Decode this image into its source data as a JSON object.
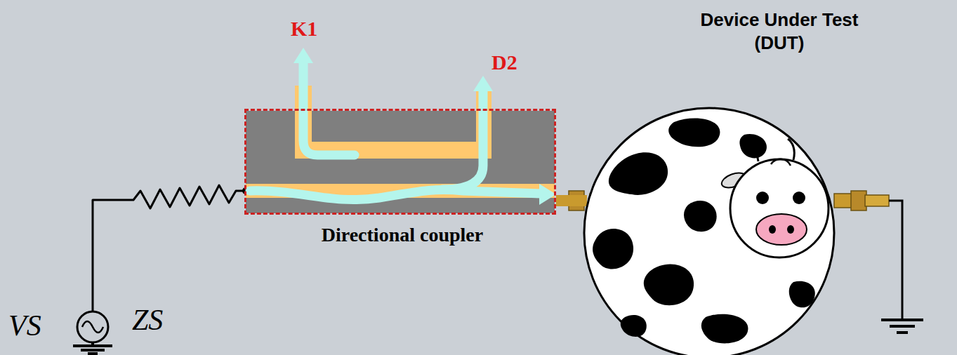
{
  "diagram": {
    "nodes": [
      {
        "text": [
          "Directional coupler"
        ]
      },
      {
        "text": [
          "Device Under Test (DUT)"
        ]
      }
    ],
    "edges": [
      {
        "from": 0,
        "to": 1,
        "arrow": "none"
      }
    ],
    "labels": [
      "K1",
      "D2",
      "VS",
      "ZS"
    ]
  }
}
